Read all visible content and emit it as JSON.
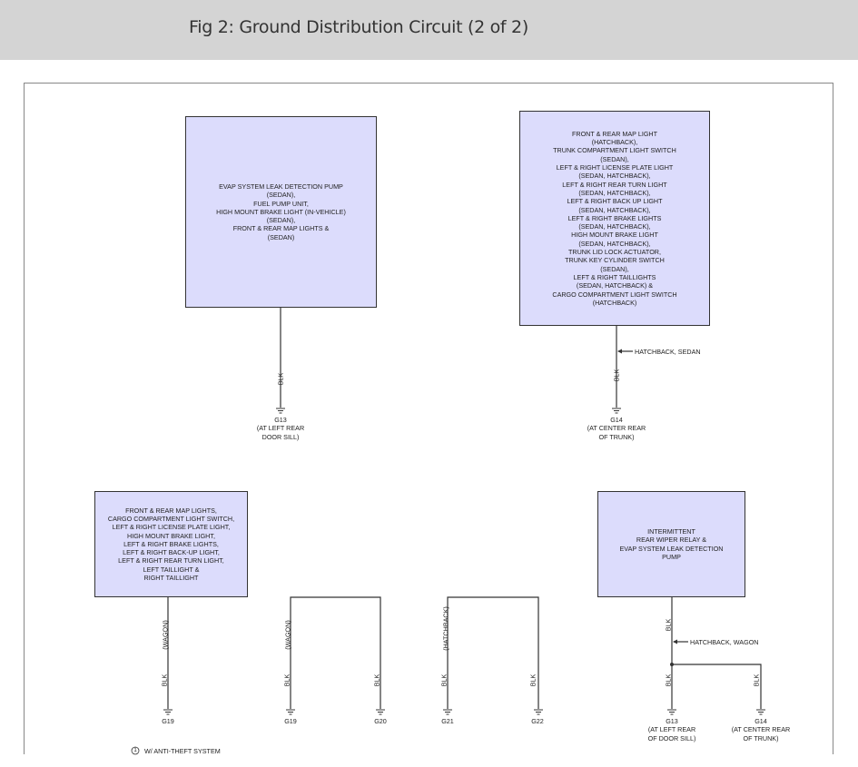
{
  "header": {
    "title": "Fig 2: Ground Distribution Circuit (2 of 2)"
  },
  "components": {
    "c1": "EVAP SYSTEM LEAK DETECTION PUMP\n(SEDAN),\nFUEL PUMP UNIT,\nHIGH MOUNT BRAKE LIGHT (IN-VEHICLE)\n(SEDAN),\nFRONT & REAR MAP LIGHTS &\n(SEDAN)",
    "c2": "FRONT & REAR MAP LIGHT\n(HATCHBACK),\nTRUNK COMPARTMENT LIGHT SWITCH\n(SEDAN),\nLEFT & RIGHT LICENSE PLATE LIGHT\n(SEDAN, HATCHBACK),\nLEFT & RIGHT REAR TURN LIGHT\n(SEDAN, HATCHBACK),\nLEFT & RIGHT BACK UP LIGHT\n(SEDAN, HATCHBACK),\nLEFT & RIGHT BRAKE LIGHTS\n(SEDAN, HATCHBACK),\nHIGH MOUNT BRAKE LIGHT\n(SEDAN, HATCHBACK),\nTRUNK LID LOCK ACTUATOR,\nTRUNK KEY CYLINDER SWITCH\n(SEDAN),\nLEFT & RIGHT TAILLIGHTS\n(SEDAN, HATCHBACK) &\nCARGO COMPARTMENT LIGHT SWITCH\n(HATCHBACK)",
    "c3": "FRONT & REAR MAP LIGHTS,\nCARGO COMPARTMENT LIGHT SWITCH,\nLEFT & RIGHT LICENSE PLATE LIGHT,\nHIGH MOUNT BRAKE LIGHT,\nLEFT & RIGHT BRAKE LIGHTS,\nLEFT & RIGHT BACK-UP LIGHT,\nLEFT & RIGHT REAR TURN LIGHT,\nLEFT TAILLIGHT &\nRIGHT TAILLIGHT",
    "c4": "INTERMITTENT\nREAR WIPER RELAY &\nEVAP SYSTEM LEAK DETECTION\nPUMP"
  },
  "wire_color": "BLK",
  "variants": {
    "hatchback_sedan": "HATCHBACK, SEDAN",
    "hatchback_wagon": "HATCHBACK, WAGON",
    "wagon": "(WAGON)",
    "hatchback": "(HATCHBACK)"
  },
  "grounds": {
    "top_g13": "G13\n(AT LEFT REAR\nDOOR SILL)",
    "top_g14": "G14\n(AT CENTER REAR\nOF TRUNK)",
    "g19a": "G19",
    "g19b": "G19",
    "g20": "G20",
    "g21": "G21",
    "g22": "G22",
    "bot_g13": "G13\n(AT LEFT REAR\nOF DOOR SILL)",
    "bot_g14": "G14\n(AT CENTER REAR\nOF TRUNK)"
  },
  "footnote": {
    "number": "1",
    "text": "W/ ANTI-THEFT SYSTEM"
  },
  "colors": {
    "component_fill": "#dcdcfc",
    "header_bg": "#d4d4d4"
  }
}
